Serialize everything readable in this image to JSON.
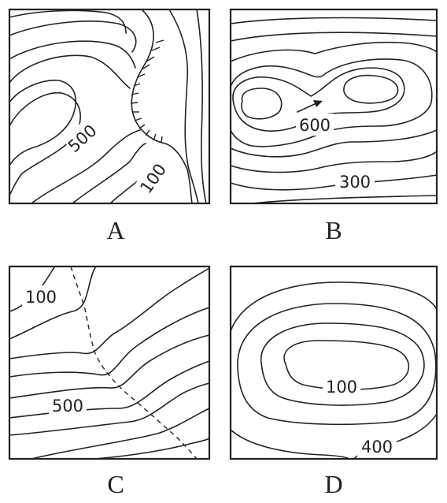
{
  "panels": {
    "A": {
      "letter": "A",
      "labels": [
        "500",
        "100"
      ]
    },
    "B": {
      "letter": "B",
      "labels": [
        "600",
        "300"
      ]
    },
    "C": {
      "letter": "C",
      "labels": [
        "100",
        "500"
      ]
    },
    "D": {
      "letter": "D",
      "labels": [
        "100",
        "400"
      ]
    }
  }
}
